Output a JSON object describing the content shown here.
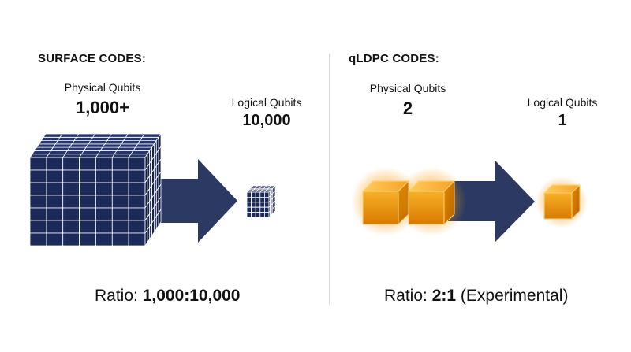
{
  "left": {
    "title": "SURFACE CODES:",
    "physical_label": "Physical Qubits",
    "physical_value": "1,000+",
    "logical_label": "Logical Qubits",
    "logical_value": "10,000",
    "ratio_label": "Ratio:",
    "ratio_value": "1,000:10,000"
  },
  "right": {
    "title": "qLDPC CODES:",
    "physical_label": "Physical Qubits",
    "physical_value": "2",
    "logical_label": "Logical Qubits",
    "logical_value": "1",
    "ratio_label": "Ratio:",
    "ratio_value": "2:1",
    "ratio_note": "(Experimental)"
  },
  "colors": {
    "cube_navy": "#1c2a5a",
    "arrow_navy": "#2c3a63",
    "glow_orange": "#f5a623",
    "divider": "#d9d9d9"
  }
}
